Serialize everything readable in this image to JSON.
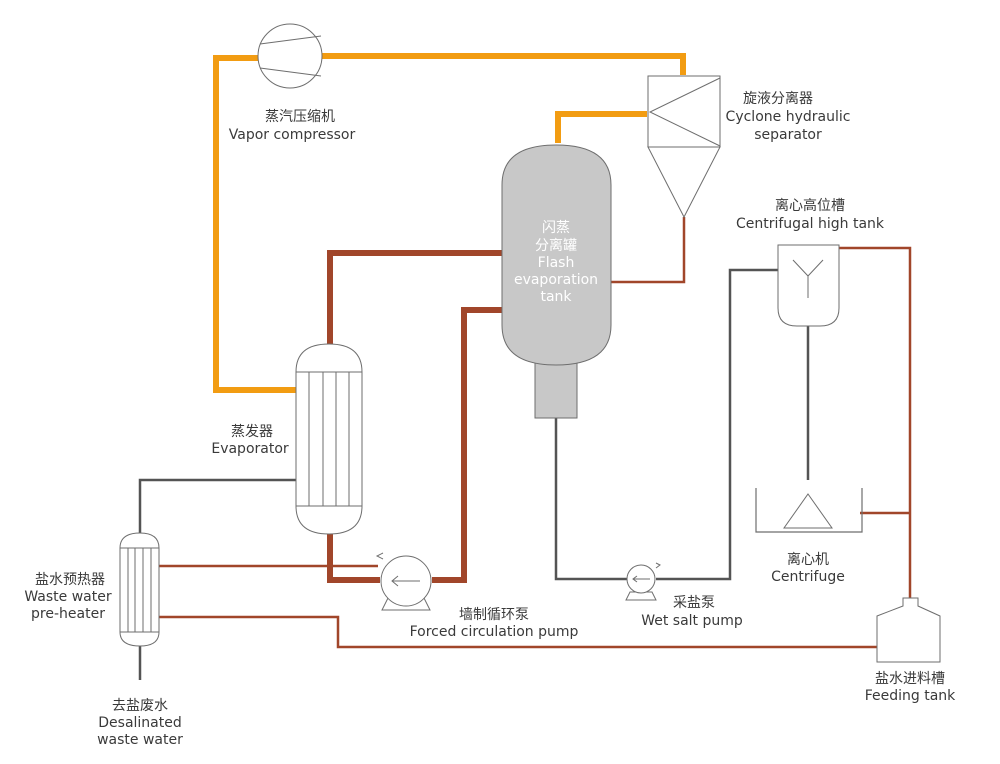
{
  "colors": {
    "vapor_line": "#f29c12",
    "brine_line": "#a1462a",
    "salt_line": "#545454",
    "tank_fill": "#c8c8c8",
    "equipment_stroke": "#6e6e6e"
  },
  "labels": {
    "vapor_compressor": {
      "zh": "蒸汽压缩机",
      "en": "Vapor compressor"
    },
    "cyclone": {
      "zh": "旋液分离器",
      "en1": "Cyclone hydraulic",
      "en2": "separator"
    },
    "flash_tank": {
      "zh1": "闪蒸",
      "zh2": "分离罐",
      "en1": "Flash",
      "en2": "evaporation",
      "en3": "tank"
    },
    "evaporator": {
      "zh": "蒸发器",
      "en": "Evaporator"
    },
    "preheater": {
      "zh": "盐水预热器",
      "en1": "Waste water",
      "en2": "pre-heater"
    },
    "desalinated": {
      "zh": "去盐废水",
      "en1": "Desalinated",
      "en2": "waste water"
    },
    "forced_pump": {
      "zh": "墙制循环泵",
      "en": "Forced circulation pump"
    },
    "salt_pump": {
      "zh": "采盐泵",
      "en": "Wet salt pump"
    },
    "high_tank": {
      "zh": "离心高位槽",
      "en": "Centrifugal high tank"
    },
    "centrifuge": {
      "zh": "离心机",
      "en": "Centrifuge"
    },
    "feeding_tank": {
      "zh": "盐水进料槽",
      "en": "Feeding tank"
    }
  }
}
